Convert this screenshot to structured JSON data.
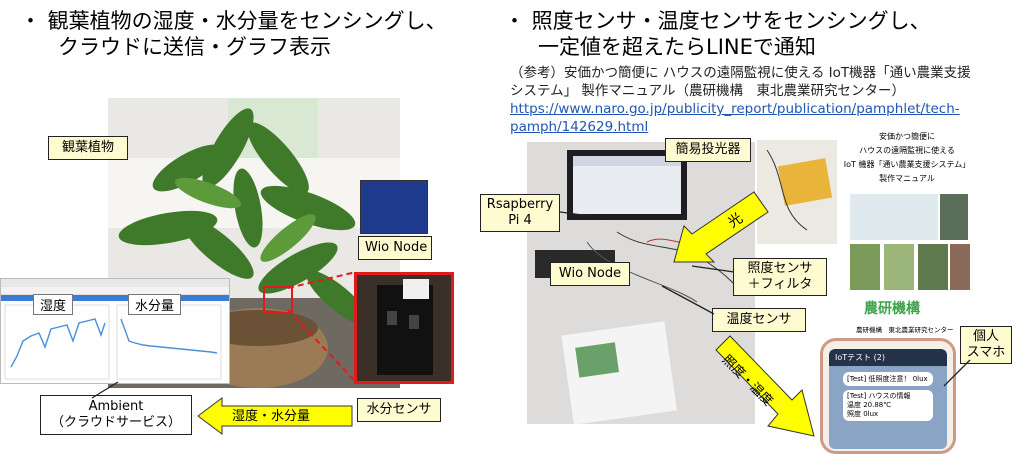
{
  "bullets": {
    "left_line1": "・ 観葉植物の湿度・水分量をセンシングし、",
    "left_line2": "クラウドに送信・グラフ表示",
    "right_line1": "・ 照度センサ・温度センサをセンシングし、",
    "right_line2": "一定値を超えたらLINEで通知"
  },
  "reference": {
    "line1": "（参考）安価かつ簡便に ハウスの遠隔監視に使える IoT機器「通い農業支援",
    "line2": "システム」 製作マニュアル（農研機構　東北農業研究センター）",
    "url_line1": "https://www.naro.go.jp/publicity_report/publication/pamphlet/tech-",
    "url_line2": "pamph/142629.html"
  },
  "left_labels": {
    "plant": "観葉植物",
    "wio_node": "Wio Node",
    "moisture_sensor": "水分センサ",
    "ambient_line1": "Ambient",
    "ambient_line2": "（クラウドサービス）",
    "arrow_text": "湿度・水分量",
    "chart_humidity": "湿度",
    "chart_moisture": "水分量"
  },
  "right_labels": {
    "projector": "簡易投光器",
    "raspberry_line1": "Rsapberry",
    "raspberry_line2": "Pi 4",
    "light_arrow": "光",
    "wio_node": "Wio Node",
    "lux_line1": "照度センサ",
    "lux_line2": "＋フィルタ",
    "temp_sensor": "温度センサ",
    "notify_arrow": "照度・温度",
    "phone_label_line1": "個人",
    "phone_label_line2": "スマホ"
  },
  "manual_cover": {
    "line1": "安価かつ簡便に",
    "line2": "ハウスの遠隔監視に使える",
    "line3": "IoT 機器「通い農業支援システム」",
    "line4": "製作マニュアル",
    "org_logo": "農研機構",
    "org_sub": "農研機構　東北農業研究センター"
  },
  "phone_screen": {
    "chat_title": "IoTテスト (2)",
    "msg1": "[Test] 低照度注意！ 0lux",
    "msg2_line1": "[Test] ハウスの情報",
    "msg2_line2": "温度 20.88℃",
    "msg2_line3": "照度 0lux"
  },
  "colors": {
    "label_fill": "#fffbd0",
    "arrow_fill": "#ffff00",
    "red_frame": "#e11b1b",
    "link": "#1f56b5"
  }
}
